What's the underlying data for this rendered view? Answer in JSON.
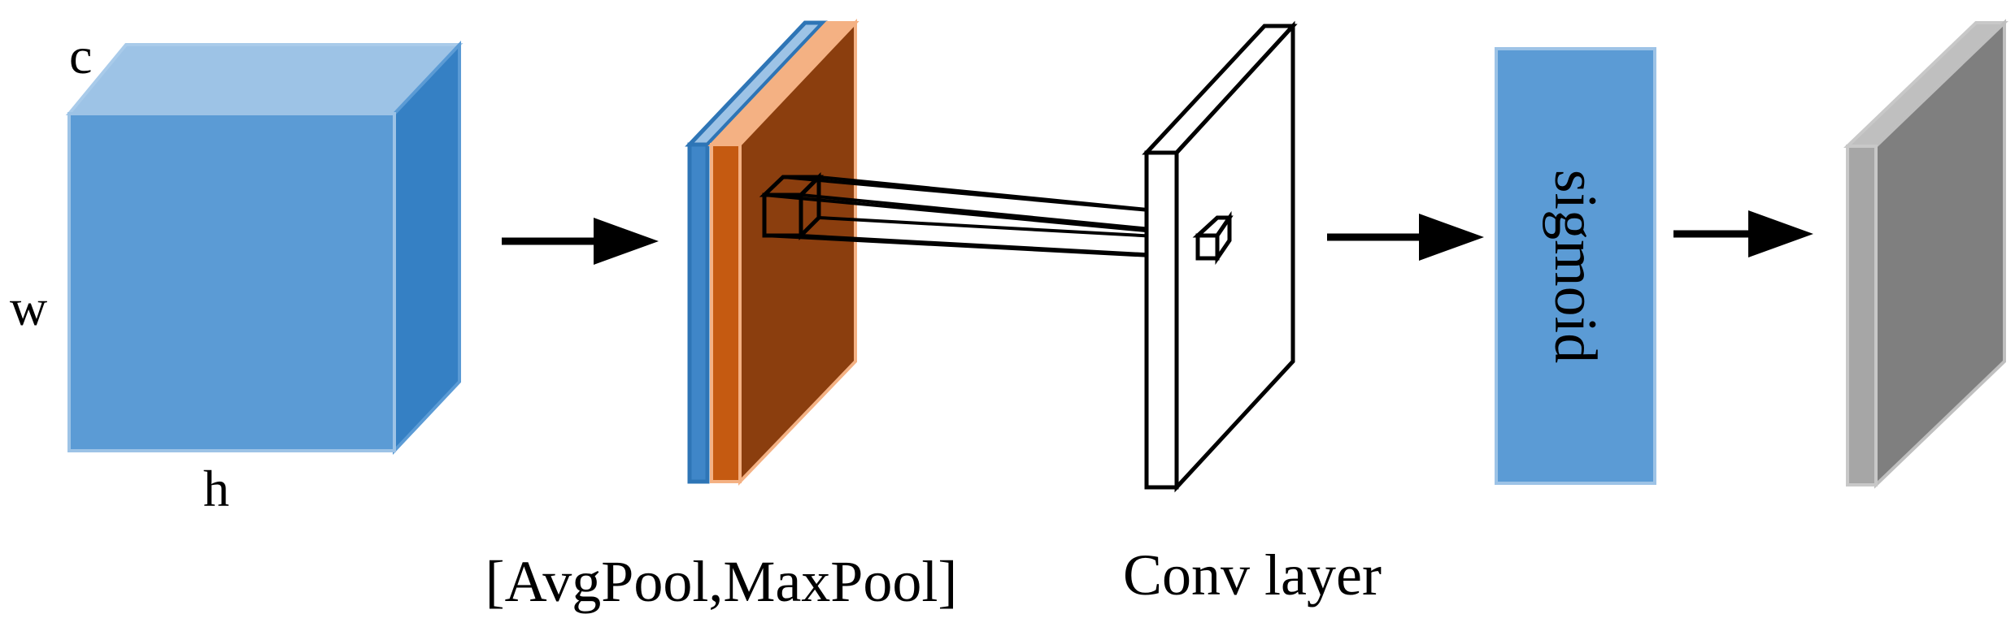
{
  "labels": {
    "c": "c",
    "w": "w",
    "h": "h",
    "pool": "[AvgPool,MaxPool]",
    "conv": "Conv layer",
    "sigmoid": "sigmoid"
  },
  "colors": {
    "cube_front": "#5b9bd5",
    "cube_top": "#9dc3e6",
    "cube_side": "#3580c4",
    "avg_front": "#3f86c8",
    "avg_edge": "#2e75b6",
    "max_front": "#c55a11",
    "max_side": "#8b3e0e",
    "max_edge": "#f4b183",
    "sigmoid_box": "#5b9bd5",
    "sigmoid_border": "#9dc3e6",
    "output_front": "#a6a6a6",
    "output_side": "#7f7f7f",
    "output_top": "#bfbfbf",
    "arrow": "#000000"
  }
}
